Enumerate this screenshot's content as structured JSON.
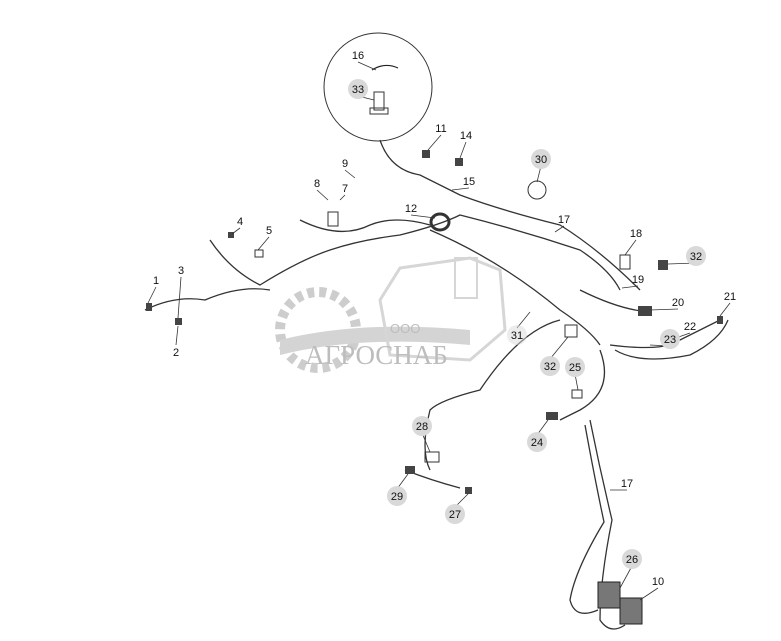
{
  "diagram": {
    "callouts": [
      {
        "number": "16",
        "circled": false
      },
      {
        "number": "33",
        "circled": true
      },
      {
        "number": "11",
        "circled": false
      },
      {
        "number": "14",
        "circled": false
      },
      {
        "number": "9",
        "circled": false
      },
      {
        "number": "8",
        "circled": false
      },
      {
        "number": "7",
        "circled": false
      },
      {
        "number": "15",
        "circled": false
      },
      {
        "number": "12",
        "circled": false
      },
      {
        "number": "30",
        "circled": true
      },
      {
        "number": "17",
        "circled": false
      },
      {
        "number": "18",
        "circled": false
      },
      {
        "number": "4",
        "circled": false
      },
      {
        "number": "5",
        "circled": false
      },
      {
        "number": "3",
        "circled": false
      },
      {
        "number": "1",
        "circled": false
      },
      {
        "number": "2",
        "circled": false
      },
      {
        "number": "19",
        "circled": false
      },
      {
        "number": "32",
        "circled": true
      },
      {
        "number": "20",
        "circled": false
      },
      {
        "number": "21",
        "circled": false
      },
      {
        "number": "22",
        "circled": false
      },
      {
        "number": "23",
        "circled": true
      },
      {
        "number": "31",
        "circled": true
      },
      {
        "number": "32",
        "circled": true
      },
      {
        "number": "25",
        "circled": true
      },
      {
        "number": "24",
        "circled": true
      },
      {
        "number": "28",
        "circled": true
      },
      {
        "number": "29",
        "circled": true
      },
      {
        "number": "27",
        "circled": true
      },
      {
        "number": "17",
        "circled": false
      },
      {
        "number": "26",
        "circled": true
      },
      {
        "number": "10",
        "circled": false
      }
    ],
    "circle_fill": "#d9d9d9",
    "line_color": "#333333"
  },
  "watermark": {
    "prefix": "ООО",
    "name": "АГРОСНАБ",
    "color": "#bdbdbd"
  }
}
